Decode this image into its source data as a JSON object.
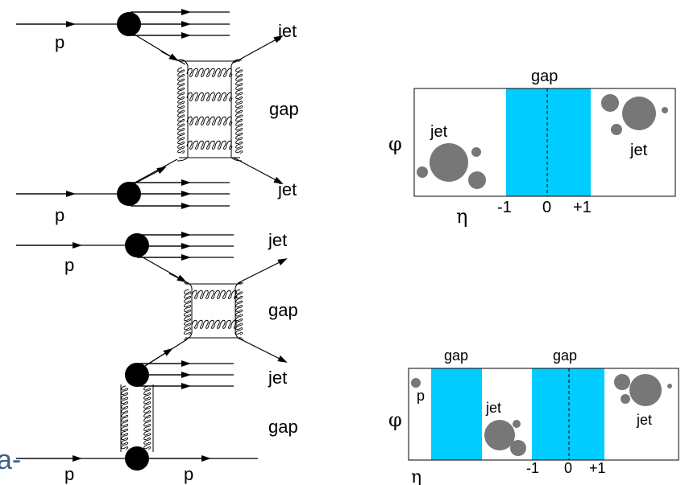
{
  "diagram1": {
    "labels": {
      "p_top": "p",
      "p_bottom": "p",
      "jet_top": "jet",
      "jet_bottom": "jet",
      "gap": "gap"
    }
  },
  "diagram2": {
    "labels": {
      "p_top": "p",
      "jet_upper": "jet",
      "gap_upper": "gap",
      "jet_lower": "jet",
      "gap_lower": "gap",
      "p_bottom_left": "p",
      "p_bottom_right": "p",
      "cut_off_text": "a-"
    }
  },
  "plot1": {
    "gap_label": "gap",
    "jet_left": "jet",
    "jet_right": "jet",
    "phi_label": "φ",
    "eta_label": "η",
    "ticks": [
      "-1",
      "0",
      "+1"
    ]
  },
  "plot2": {
    "gap_left_label": "gap",
    "gap_right_label": "gap",
    "p_label": "p",
    "jet_center": "jet",
    "jet_right": "jet",
    "phi_label": "φ",
    "eta_label": "η",
    "ticks": [
      "-1",
      "0",
      "+1"
    ]
  },
  "colors": {
    "gap_fill": "#00ccff",
    "blob": "#777777",
    "line": "#000000"
  }
}
